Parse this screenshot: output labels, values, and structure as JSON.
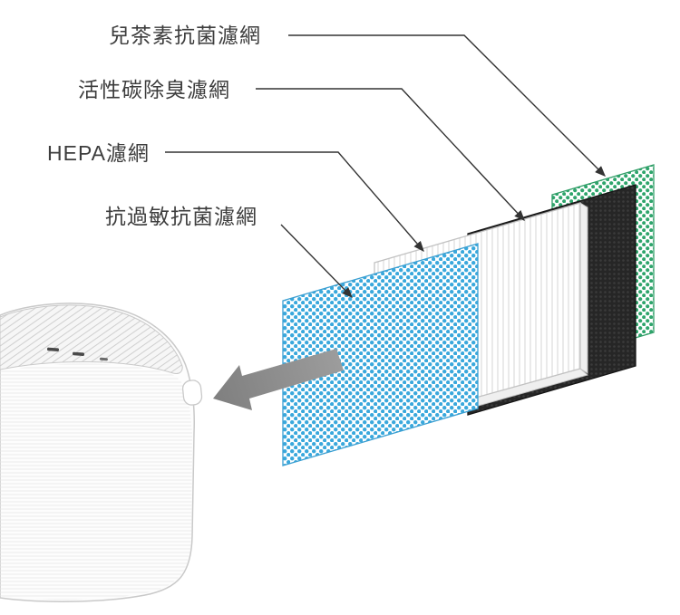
{
  "title": "air-purifier-filter-explosion-diagram",
  "labels": {
    "catechin": {
      "text": "兒茶素抗菌濾網",
      "target": "green-filter"
    },
    "carbon": {
      "text": "活性碳除臭濾網",
      "target": "black-filter"
    },
    "hepa": {
      "text": "HEPA濾網",
      "target": "white-filter"
    },
    "antiallergy": {
      "text": "抗過敏抗菌濾網",
      "target": "blue-filter"
    }
  },
  "filters": {
    "green": {
      "label": "兒茶素抗菌濾網",
      "bg": "#ffffff",
      "dot_color": "#2fa56c",
      "edge_color": "#2f9d66"
    },
    "black": {
      "label": "活性碳除臭濾網",
      "base_color": "#262626",
      "dot_color": "#3b3b3b",
      "edge_color": "#151515"
    },
    "white": {
      "label": "HEPA濾網",
      "bg": "#ffffff",
      "line_color": "#d9d9d9",
      "edge_color": "#c2c2c2",
      "side_color": "#efefef"
    },
    "blue": {
      "label": "抗過敏抗菌濾網",
      "bg": "#ffffff",
      "dot_color": "#3aa8dc",
      "edge_color": "#3a9fd2"
    }
  },
  "arrow": {
    "color_start": "#9d9d9d",
    "color_end": "#7f7f7f"
  },
  "leader": {
    "color": "#333333"
  },
  "device": {
    "body_color": "#fdfdfd",
    "outline_color": "#c9c9c9",
    "vent_color": "#cfcfcf",
    "texture_color": "#e6e6e6"
  }
}
